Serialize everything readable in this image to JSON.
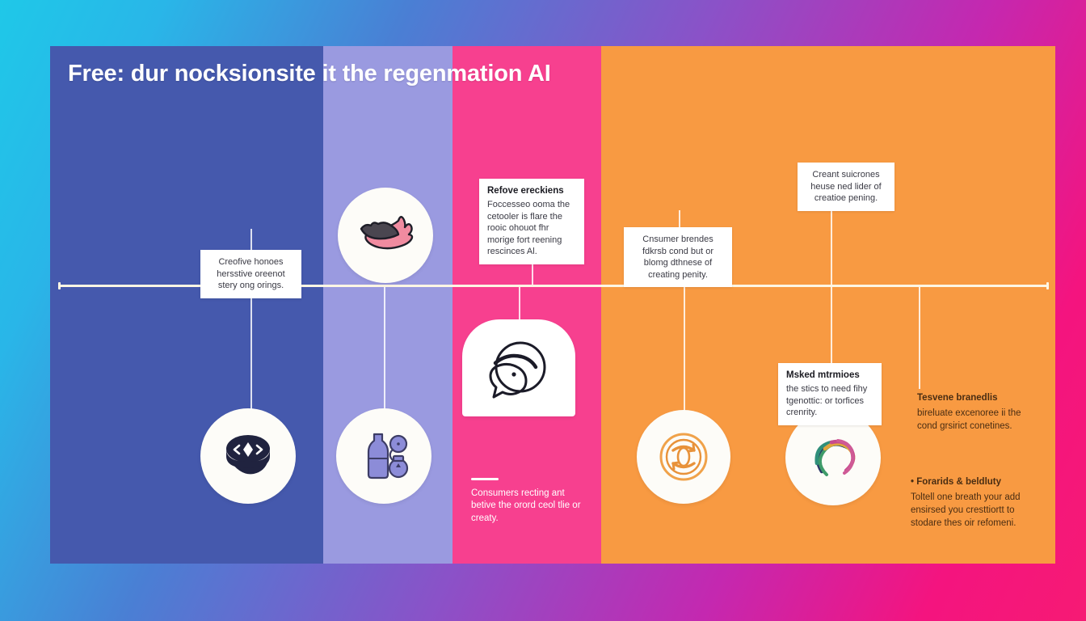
{
  "title": "Free: dur nocksionsite it the regenmation AI",
  "colors": {
    "background_gradient_start": "#1fc8e8",
    "background_gradient_end": "#f61a74",
    "column_blue": "#4559ad",
    "column_periwinkle": "#9a9ae0",
    "column_pink": "#f7408f",
    "column_orange": "#f89a42",
    "timeline_line": "#fdf6e4",
    "box_background": "#ffffff"
  },
  "timeline": {
    "label": "horizontal-timeline-axis"
  },
  "columns": [
    {
      "name": "column-blue",
      "color": "#4559ad"
    },
    {
      "name": "column-periwinkle",
      "color": "#9a9ae0"
    },
    {
      "name": "column-pink",
      "color": "#f7408f"
    },
    {
      "name": "column-orange",
      "color": "#f89a42"
    }
  ],
  "callouts": [
    {
      "id": "callout-creative",
      "title": "",
      "body": "Creofive honoes hersstive oreenot stery ong orings."
    },
    {
      "id": "callout-refove",
      "title": "Refove ereckiens",
      "body": "Foccesseo ooma the cetooler is flare the rooic ohouot fhr morige fort reening rescinces Al."
    },
    {
      "id": "callout-consumer-trends",
      "title": "",
      "body": "Cnsumer brendes fdkrsb cond but or blomg dthnese of creating penity."
    },
    {
      "id": "callout-creant",
      "title": "",
      "body": "Creant suicrones heuse ned lider of creatioe pening."
    },
    {
      "id": "callout-msked",
      "title": "Msked mtrmioes",
      "body": "the stics to need fihy tgenottic: or torfices crenrity."
    }
  ],
  "floating_texts": [
    {
      "id": "text-consumers",
      "title": "",
      "body": "Consumers recting ant betive the orord ceol tlie or creaty."
    },
    {
      "id": "text-tesvene",
      "title": "Tesvene branedlis",
      "body": "bireluate excenoree ii the cond grsirict conetines."
    },
    {
      "id": "text-forarids",
      "bullet": "•",
      "title": "Forarids & beldluty",
      "body": "Toltell one breath your add ensirsed you cresttiortt to stodare thes oir refomeni."
    }
  ],
  "icons": [
    {
      "id": "icon-bird",
      "name": "bird-creature-icon"
    },
    {
      "id": "icon-chat",
      "name": "chat-face-icon"
    },
    {
      "id": "icon-code",
      "name": "code-brackets-icon"
    },
    {
      "id": "icon-bottle",
      "name": "bottle-flask-icon"
    },
    {
      "id": "icon-cycle",
      "name": "recycle-arrows-icon"
    },
    {
      "id": "icon-loop",
      "name": "multicolor-loop-icon"
    }
  ]
}
